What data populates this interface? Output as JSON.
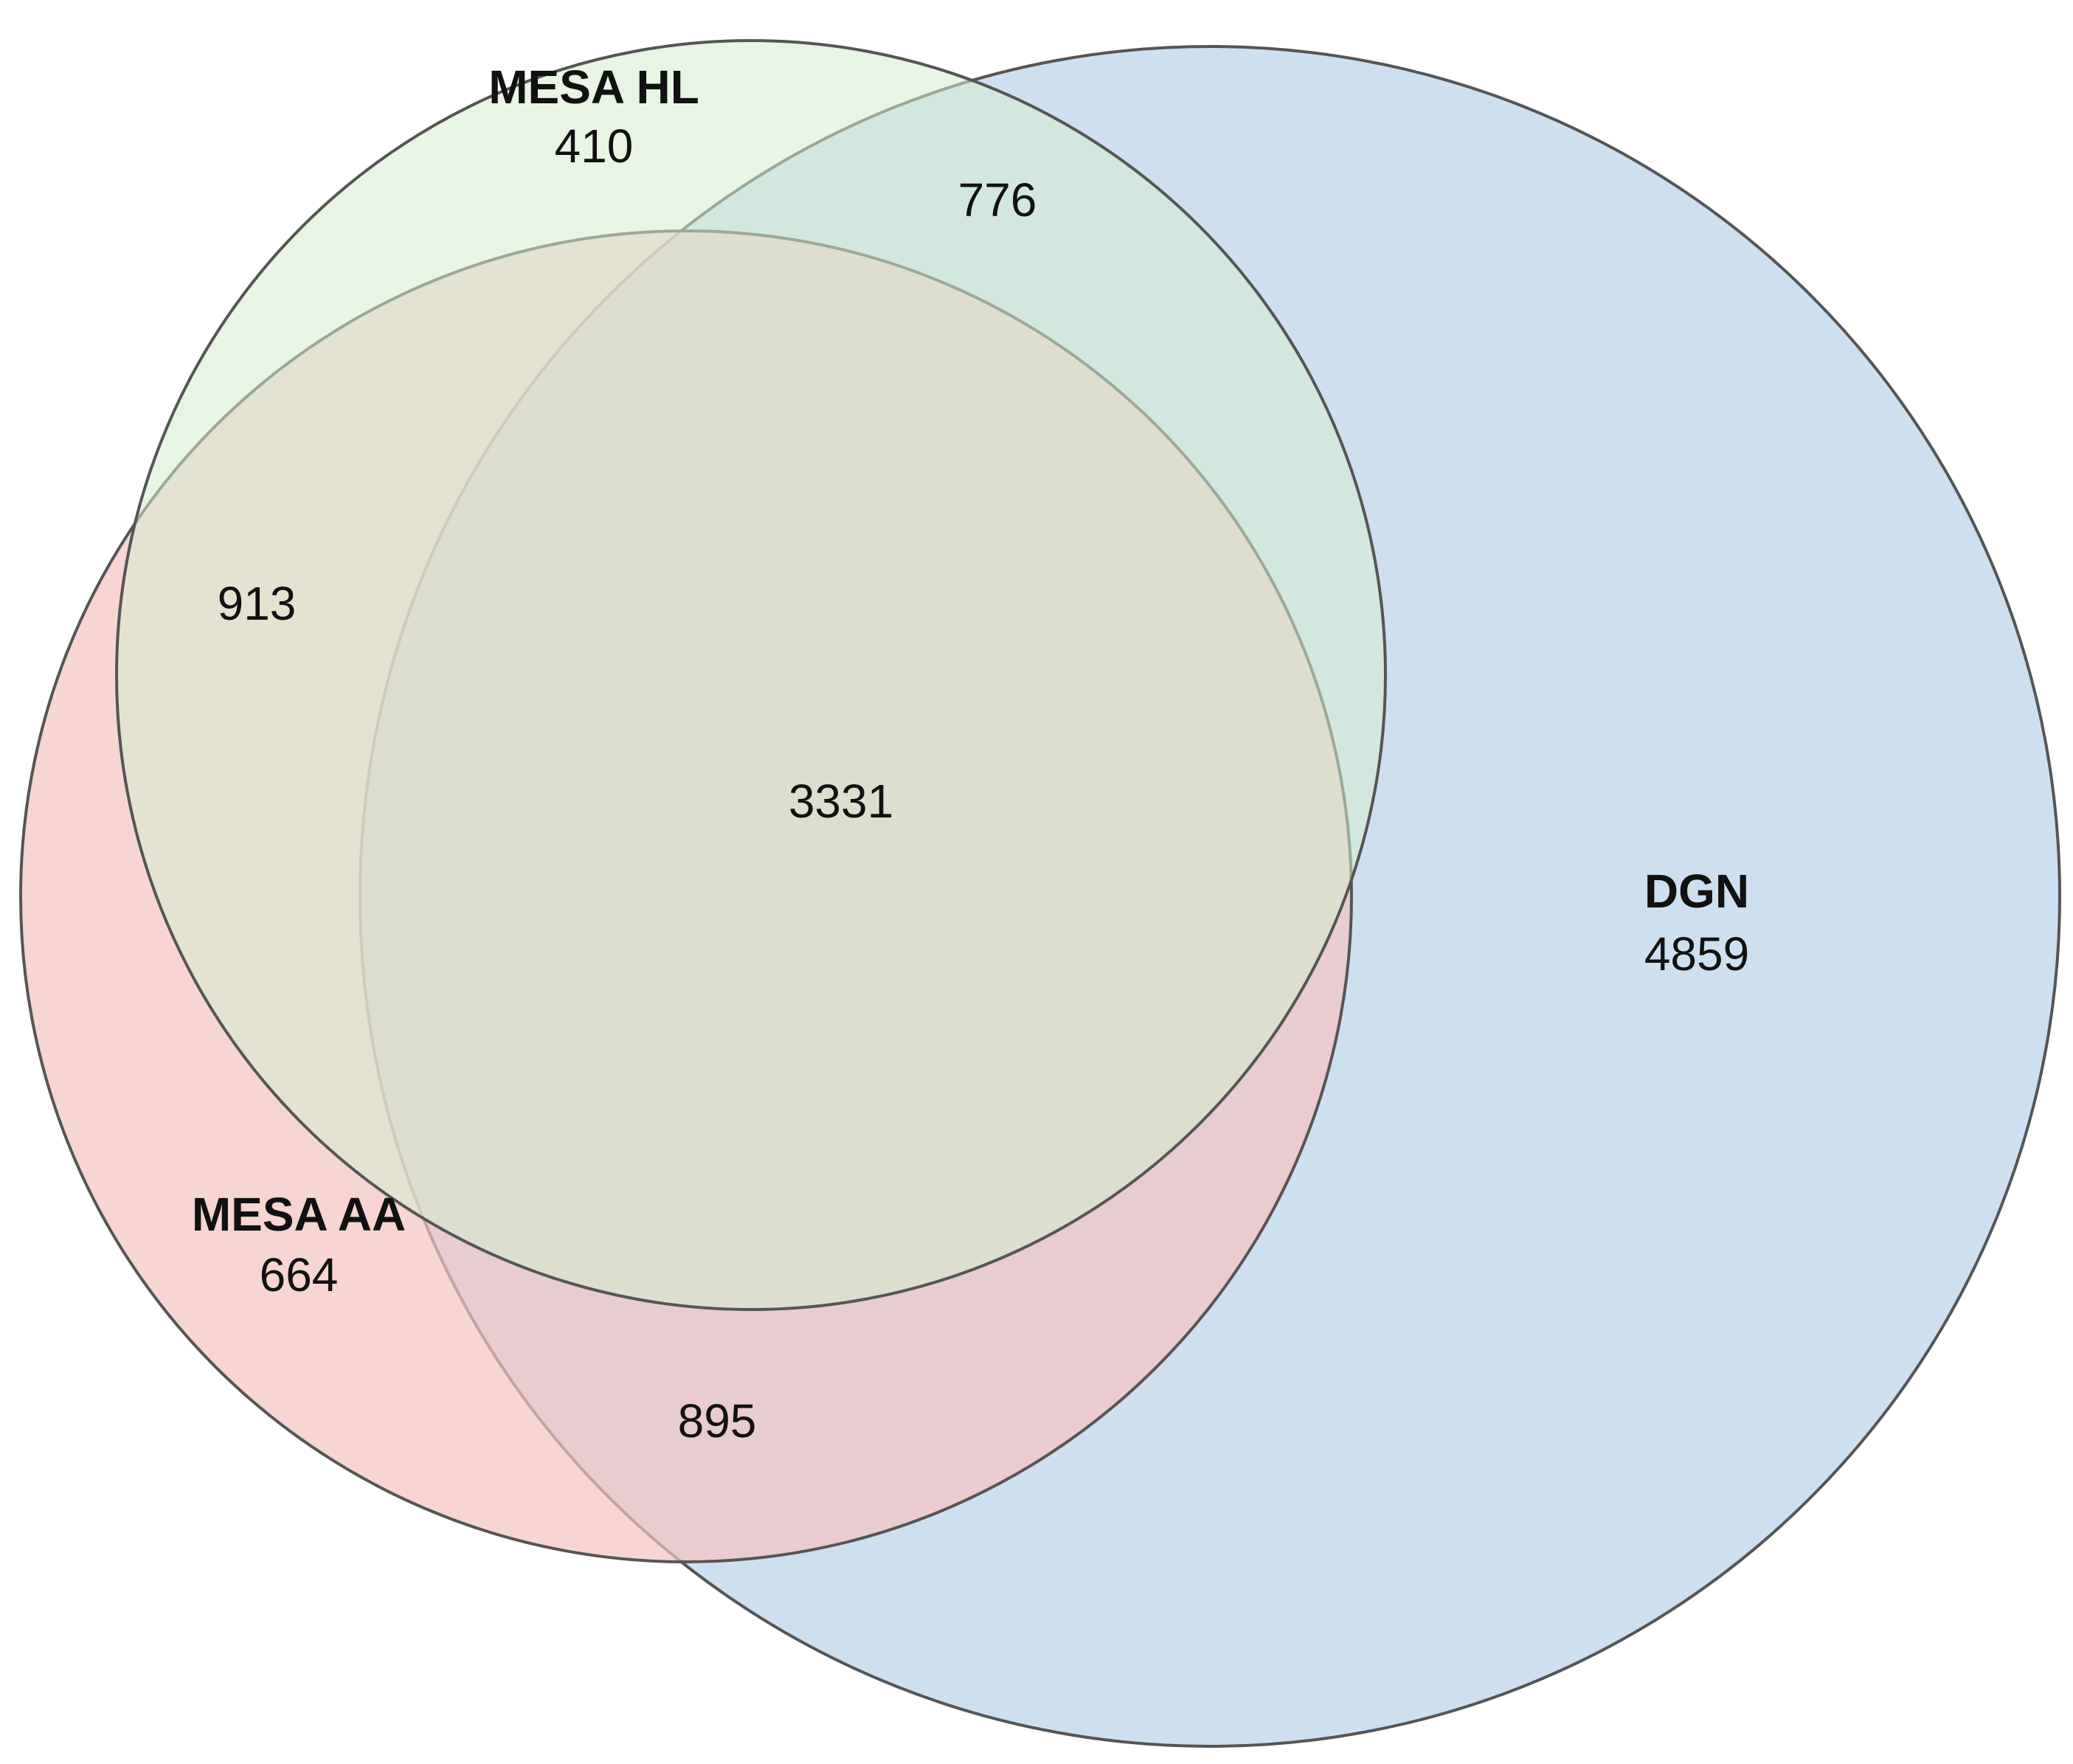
{
  "sets": {
    "mesa_hl": {
      "label": "MESA HL",
      "only": "410",
      "fill": "#d5ecd0"
    },
    "mesa_aa": {
      "label": "MESA AA",
      "only": "664",
      "fill": "#f4c3c0"
    },
    "dgn": {
      "label": "DGN",
      "only": "4859",
      "fill": "#c6dbed"
    }
  },
  "intersections": {
    "hl_aa_only": "913",
    "hl_dgn_only": "776",
    "aa_dgn_only": "895",
    "all_three": "3331"
  }
}
